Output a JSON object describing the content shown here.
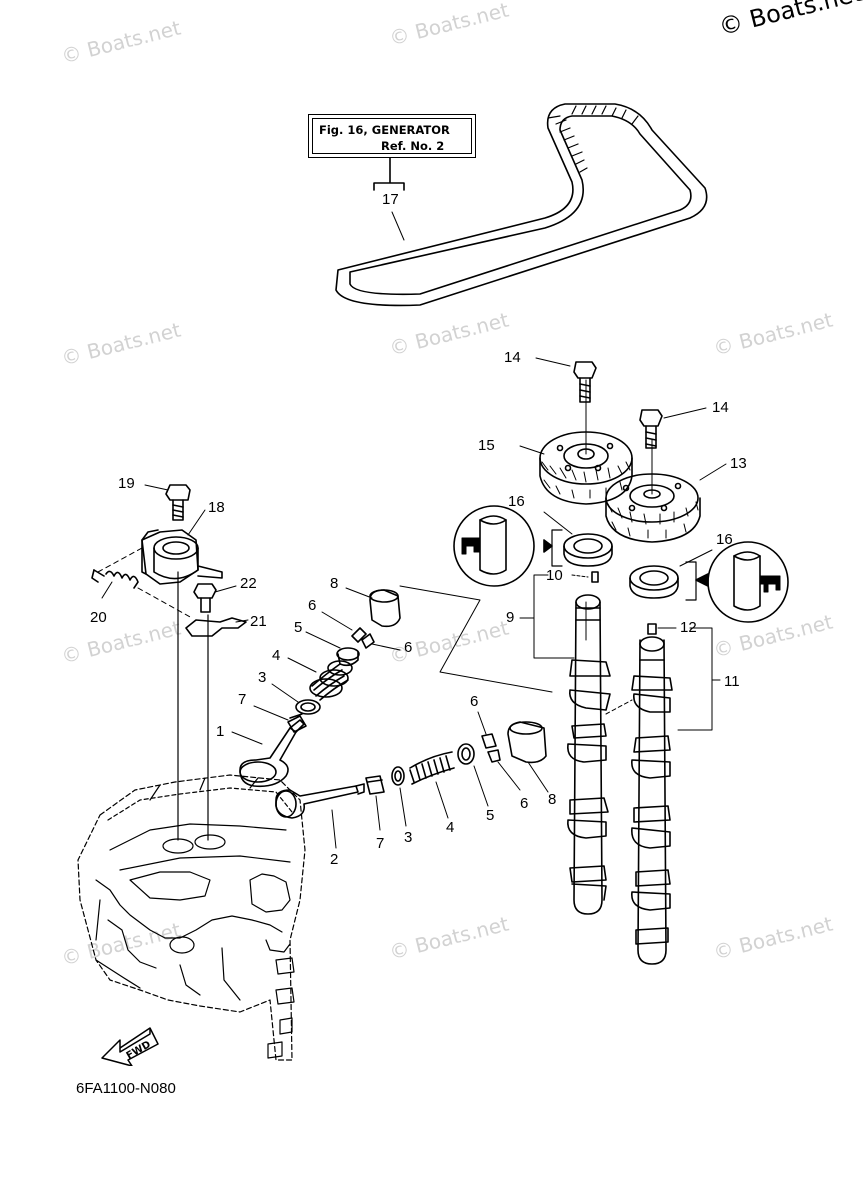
{
  "copyright": "© Boats.net",
  "watermark": "© Boats.net",
  "reference": {
    "line1": "Fig. 16, GENERATOR",
    "line2": "Ref. No. 2"
  },
  "fwd_label": "FWD",
  "diagram_code": "6FA1100-N080",
  "callouts": [
    "1",
    "2",
    "3",
    "3",
    "4",
    "4",
    "5",
    "5",
    "6",
    "6",
    "6",
    "6",
    "7",
    "7",
    "8",
    "8",
    "9",
    "10",
    "11",
    "12",
    "13",
    "14",
    "14",
    "15",
    "16",
    "16",
    "17",
    "18",
    "19",
    "20",
    "21",
    "22"
  ]
}
